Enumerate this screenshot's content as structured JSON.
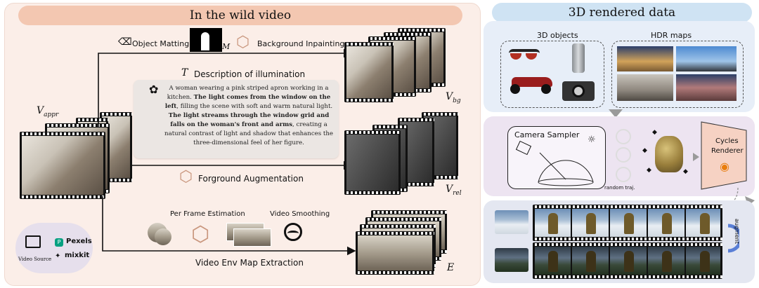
{
  "left_panel": {
    "title": "In the wild video",
    "symbols": {
      "appr": "V",
      "appr_sub": "appr",
      "bg": "V",
      "bg_sub": "bg",
      "rel": "V",
      "rel_sub": "rel",
      "env": "E",
      "mask": "M"
    },
    "steps": {
      "object_matting": "Object Matting",
      "background_inpainting": "Background Inpainting",
      "description_of_illumination": "Description of illumination",
      "description_symbol": "T",
      "foreground_augmentation": "Forground Augmentation",
      "per_frame_estimation": "Per Frame Estimation",
      "video_smoothing": "Video Smoothing",
      "env_map_extraction": "Video Env Map Extraction"
    },
    "description": {
      "p1": "A woman wearing a pink striped apron working in a kitchen. ",
      "b1": "The light comes from the window on the left",
      "p2": ", filling the scene with soft and warm natural light. ",
      "b2": "The light streams through the window grid and falls on the woman's front and arms",
      "p3": ", creating a natural contrast of light and shadow that enhances the three-dimensional feel of her figure."
    },
    "sources": {
      "caption": "Video Source",
      "pexels": "Pexels",
      "mixkit": "mixkit"
    }
  },
  "right_panel": {
    "title": "3D rendered data",
    "objects_label": "3D objects",
    "hdr_label": "HDR maps",
    "camera_sampler": "Camera Sampler",
    "random_traj": "random traj.",
    "renderer_line1": "Cycles",
    "renderer_line2": "Renderer",
    "augment": "augment"
  },
  "colors": {
    "left_bg": "#fbeee8",
    "left_title": "#f3c7b1",
    "right_title": "#cfe3f3",
    "right_top": "#e7eef8",
    "right_mid": "#ede4f1",
    "right_bot": "#e4e7f1",
    "accent": "#c9967d"
  }
}
